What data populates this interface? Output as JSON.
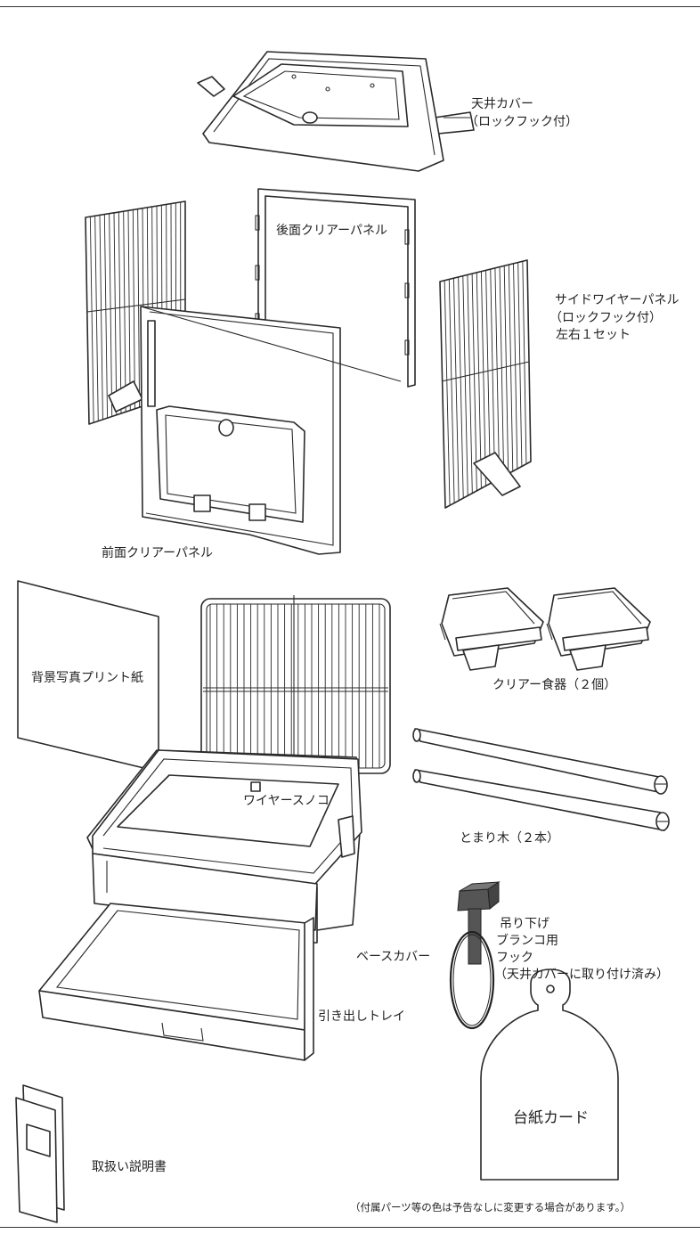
{
  "labels": {
    "roof_cover": "天井カバー",
    "roof_cover_note": "（ロックフック付）",
    "rear_panel": "後面クリアーパネル",
    "side_panel": "サイドワイヤーパネル",
    "side_panel_note1": "（ロックフック付）",
    "side_panel_note2": "左右１セット",
    "front_panel": "前面クリアーパネル",
    "background_paper": "背景写真プリント紙",
    "wire_floor": "ワイヤースノコ",
    "feeder": "クリアー食器（２個）",
    "perch": "とまり木（２本）",
    "base_cover": "ベースカバー",
    "hook_line1": "吊り下げ",
    "hook_line2": "ブランコ用",
    "hook_line3": "フック",
    "hook_line4": "（天井カバーに取り付け済み）",
    "tray": "引き出しトレイ",
    "mount_card": "台紙カード",
    "manual": "取扱い説明書",
    "footnote": "（付属パーツ等の色は予告なしに変更する場合があります。）"
  }
}
